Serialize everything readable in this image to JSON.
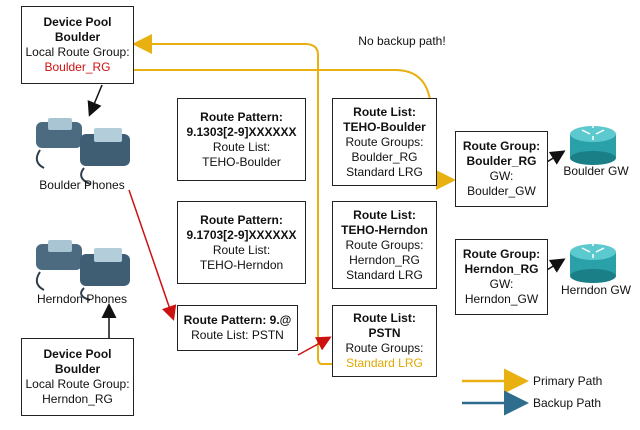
{
  "colors": {
    "primary": "#e8b010",
    "backup": "#2e6d8e",
    "red": "#cc1111",
    "black": "#111111"
  },
  "pool_boulder": {
    "title1": "Device Pool",
    "title2": "Boulder",
    "line3": "Local Route Group:",
    "line4": "Boulder_RG"
  },
  "pool_herndon": {
    "title1": "Device Pool",
    "title2": "Boulder",
    "line3": "Local Route Group:",
    "line4": "Herndon_RG"
  },
  "phones": {
    "boulder": "Boulder Phones",
    "herndon": "Herndon Phones"
  },
  "rp1": {
    "title": "Route Pattern:",
    "pattern": "9.1303[2-9]XXXXXX",
    "l3": "Route List:",
    "l4": "TEHO-Boulder"
  },
  "rp2": {
    "title": "Route Pattern:",
    "pattern": "9.1703[2-9]XXXXXX",
    "l3": "Route List:",
    "l4": "TEHO-Herndon"
  },
  "rp3": {
    "title": "Route Pattern: 9.@",
    "l2": "Route List: PSTN"
  },
  "rl1": {
    "title": "Route List:",
    "name": "TEHO-Boulder",
    "l3": "Route Groups:",
    "l4": "Boulder_RG",
    "l5": "Standard LRG"
  },
  "rl2": {
    "title": "Route List:",
    "name": "TEHO-Herndon",
    "l3": "Route Groups:",
    "l4": "Herndon_RG",
    "l5": "Standard LRG"
  },
  "rl3": {
    "title": "Route List:",
    "name": "PSTN",
    "l3": "Route Groups:",
    "l4": "Standard LRG"
  },
  "rg1": {
    "title": "Route Group:",
    "name": "Boulder_RG",
    "l3": "GW:",
    "l4": "Boulder_GW"
  },
  "rg2": {
    "title": "Route Group:",
    "name": "Herndon_RG",
    "l3": "GW:",
    "l4": "Herndon_GW"
  },
  "gw": {
    "boulder": "Boulder GW",
    "herndon": "Herndon GW"
  },
  "note": "No backup path!",
  "legend": {
    "primary": "Primary Path",
    "backup": "Backup Path"
  }
}
